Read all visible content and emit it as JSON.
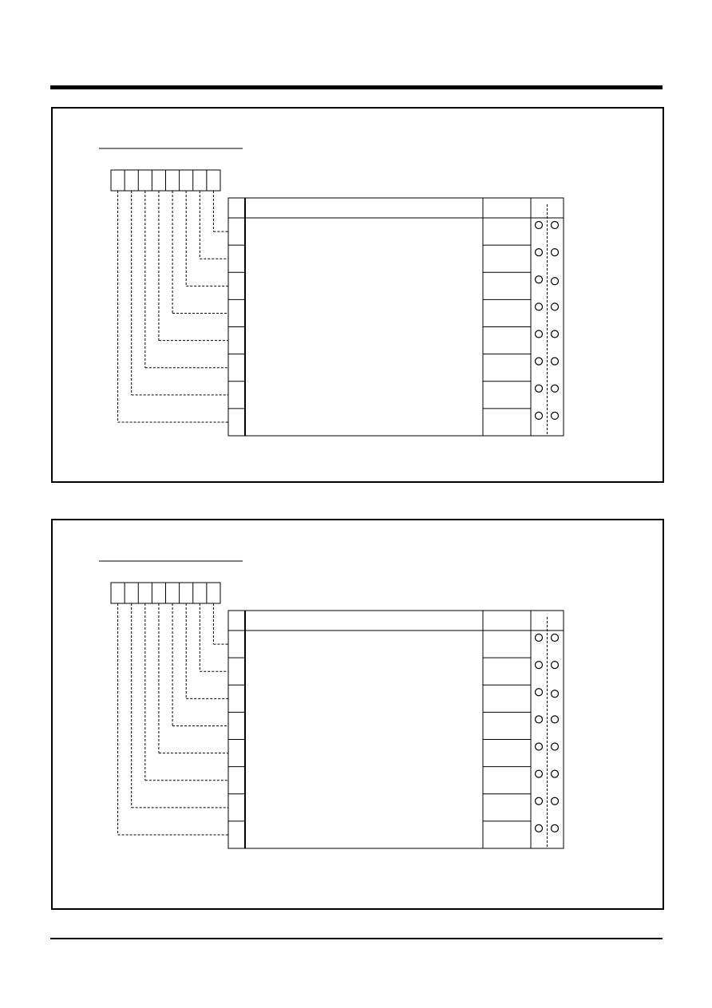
{
  "page": {
    "background_color": "#ffffff",
    "line_color": "#000000"
  },
  "diagrams": [
    {
      "id": "register-diagram-1",
      "bit_count": 8,
      "row_count": 8,
      "title": "",
      "bit_labels": [
        "",
        "",
        "",
        "",
        "",
        "",
        "",
        ""
      ],
      "columns": {
        "bit": "",
        "description": "",
        "value": "",
        "state": ""
      },
      "rows": [
        {
          "bit": "",
          "description": "",
          "value": "",
          "state_a": "circle-icon",
          "state_b": "circle-icon"
        },
        {
          "bit": "",
          "description": "",
          "value": "",
          "state_a": "circle-icon",
          "state_b": "circle-icon"
        },
        {
          "bit": "",
          "description": "",
          "value": "",
          "state_a": "circle-icon",
          "state_b": "circle-icon"
        },
        {
          "bit": "",
          "description": "",
          "value": "",
          "state_a": "circle-icon",
          "state_b": "circle-icon"
        },
        {
          "bit": "",
          "description": "",
          "value": "",
          "state_a": "circle-icon",
          "state_b": "circle-icon"
        },
        {
          "bit": "",
          "description": "",
          "value": "",
          "state_a": "circle-icon",
          "state_b": "circle-icon"
        },
        {
          "bit": "",
          "description": "",
          "value": "",
          "state_a": "circle-icon",
          "state_b": "circle-icon"
        },
        {
          "bit": "",
          "description": "",
          "value": "",
          "state_a": "circle-icon",
          "state_b": "circle-icon"
        }
      ]
    },
    {
      "id": "register-diagram-2",
      "bit_count": 8,
      "row_count": 8,
      "title": "",
      "bit_labels": [
        "",
        "",
        "",
        "",
        "",
        "",
        "",
        ""
      ],
      "columns": {
        "bit": "",
        "description": "",
        "value": "",
        "state": ""
      },
      "rows": [
        {
          "bit": "",
          "description": "",
          "value": "",
          "state_a": "circle-icon",
          "state_b": "circle-icon"
        },
        {
          "bit": "",
          "description": "",
          "value": "",
          "state_a": "circle-icon",
          "state_b": "circle-icon"
        },
        {
          "bit": "",
          "description": "",
          "value": "",
          "state_a": "circle-icon",
          "state_b": "circle-icon"
        },
        {
          "bit": "",
          "description": "",
          "value": "",
          "state_a": "circle-icon",
          "state_b": "circle-icon"
        },
        {
          "bit": "",
          "description": "",
          "value": "",
          "state_a": "circle-icon",
          "state_b": "circle-icon"
        },
        {
          "bit": "",
          "description": "",
          "value": "",
          "state_a": "circle-icon",
          "state_b": "circle-icon"
        },
        {
          "bit": "",
          "description": "",
          "value": "",
          "state_a": "circle-icon",
          "state_b": "circle-icon"
        },
        {
          "bit": "",
          "description": "",
          "value": "",
          "state_a": "circle-icon",
          "state_b": "circle-icon"
        }
      ]
    }
  ]
}
